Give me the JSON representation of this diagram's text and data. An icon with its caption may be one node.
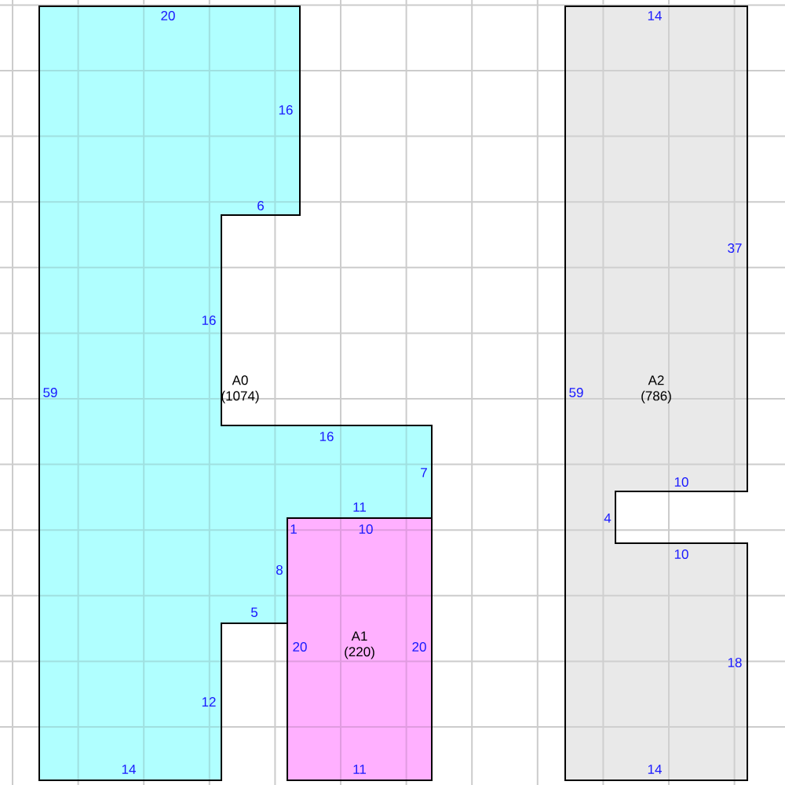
{
  "diagram": {
    "nodes": [
      {
        "text": [
          "A0",
          "(1074)"
        ]
      },
      {
        "text": [
          "A1",
          "(220)"
        ]
      },
      {
        "text": [
          "A2",
          "(786)"
        ]
      }
    ],
    "labels": [
      "20",
      "14",
      "16",
      "6",
      "37",
      "16",
      "59",
      "59",
      "16",
      "7",
      "10",
      "11",
      "4",
      "1",
      "10",
      "10",
      "8",
      "5",
      "20",
      "20",
      "18",
      "12",
      "14",
      "11",
      "14"
    ]
  }
}
